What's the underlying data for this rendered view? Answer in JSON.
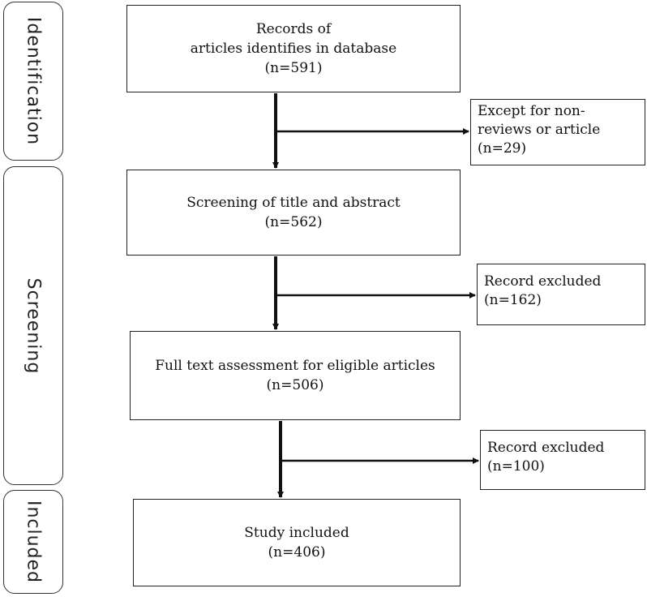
{
  "phases": {
    "identification": "Identification",
    "screening": "Screening",
    "included": "Included"
  },
  "boxes": {
    "records": {
      "line1": "Records of",
      "line2": "articles identifies in database",
      "count": "(n=591)"
    },
    "screening": {
      "line1": "Screening of title and abstract",
      "count": "(n=562)"
    },
    "fulltext": {
      "line1": "Full text assessment for eligible articles",
      "count": "(n=506)"
    },
    "included": {
      "line1": "Study included",
      "count": "(n=406)"
    }
  },
  "exclusions": {
    "first": {
      "line1": "Except for non-",
      "line2": "reviews or article",
      "count": "(n=29)"
    },
    "second": {
      "line1": "Record excluded",
      "count": "(n=162)"
    },
    "third": {
      "line1": "Record excluded",
      "count": "(n=100)"
    }
  }
}
